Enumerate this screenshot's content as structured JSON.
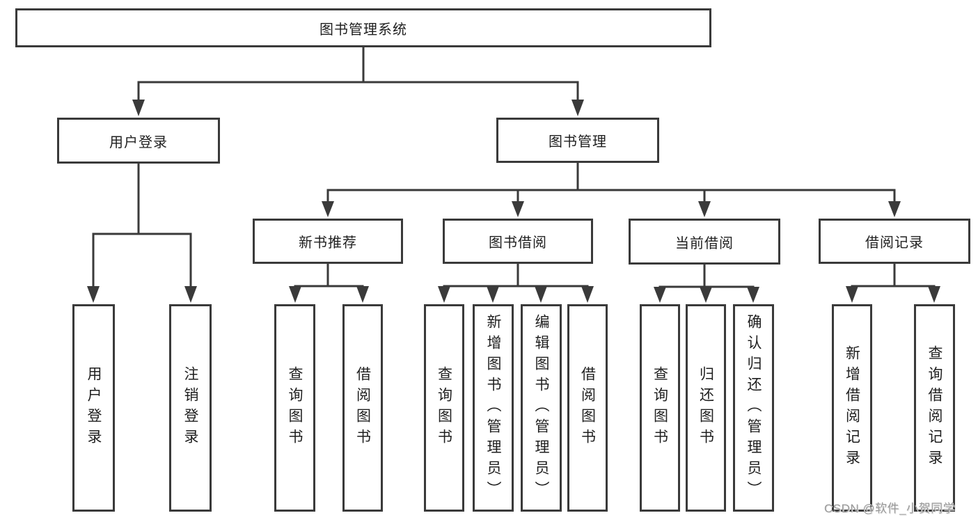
{
  "tree": {
    "label": "图书管理系统",
    "children": [
      {
        "label": "用户登录",
        "children": [
          {
            "label": "用户登录"
          },
          {
            "label": "注销登录"
          }
        ]
      },
      {
        "label": "图书管理",
        "children": [
          {
            "label": "新书推荐",
            "children": [
              {
                "label": "查询图书"
              },
              {
                "label": "借阅图书"
              }
            ]
          },
          {
            "label": "图书借阅",
            "children": [
              {
                "label": "查询图书"
              },
              {
                "label": "新增图书（管理员）"
              },
              {
                "label": "编辑图书（管理员）"
              },
              {
                "label": "借阅图书"
              }
            ]
          },
          {
            "label": "当前借阅",
            "children": [
              {
                "label": "查询图书"
              },
              {
                "label": "归还图书"
              },
              {
                "label": "确认归还（管理员）"
              }
            ]
          },
          {
            "label": "借阅记录",
            "children": [
              {
                "label": "新增借阅记录"
              },
              {
                "label": "查询借阅记录"
              }
            ]
          }
        ]
      }
    ]
  },
  "watermark": {
    "text": "CSDN @软件_小贺同学"
  },
  "colors": {
    "line": "#3a3a3a",
    "text": "#1f1f1f",
    "background": "#ffffff",
    "watermark": "#9a9a9a"
  }
}
